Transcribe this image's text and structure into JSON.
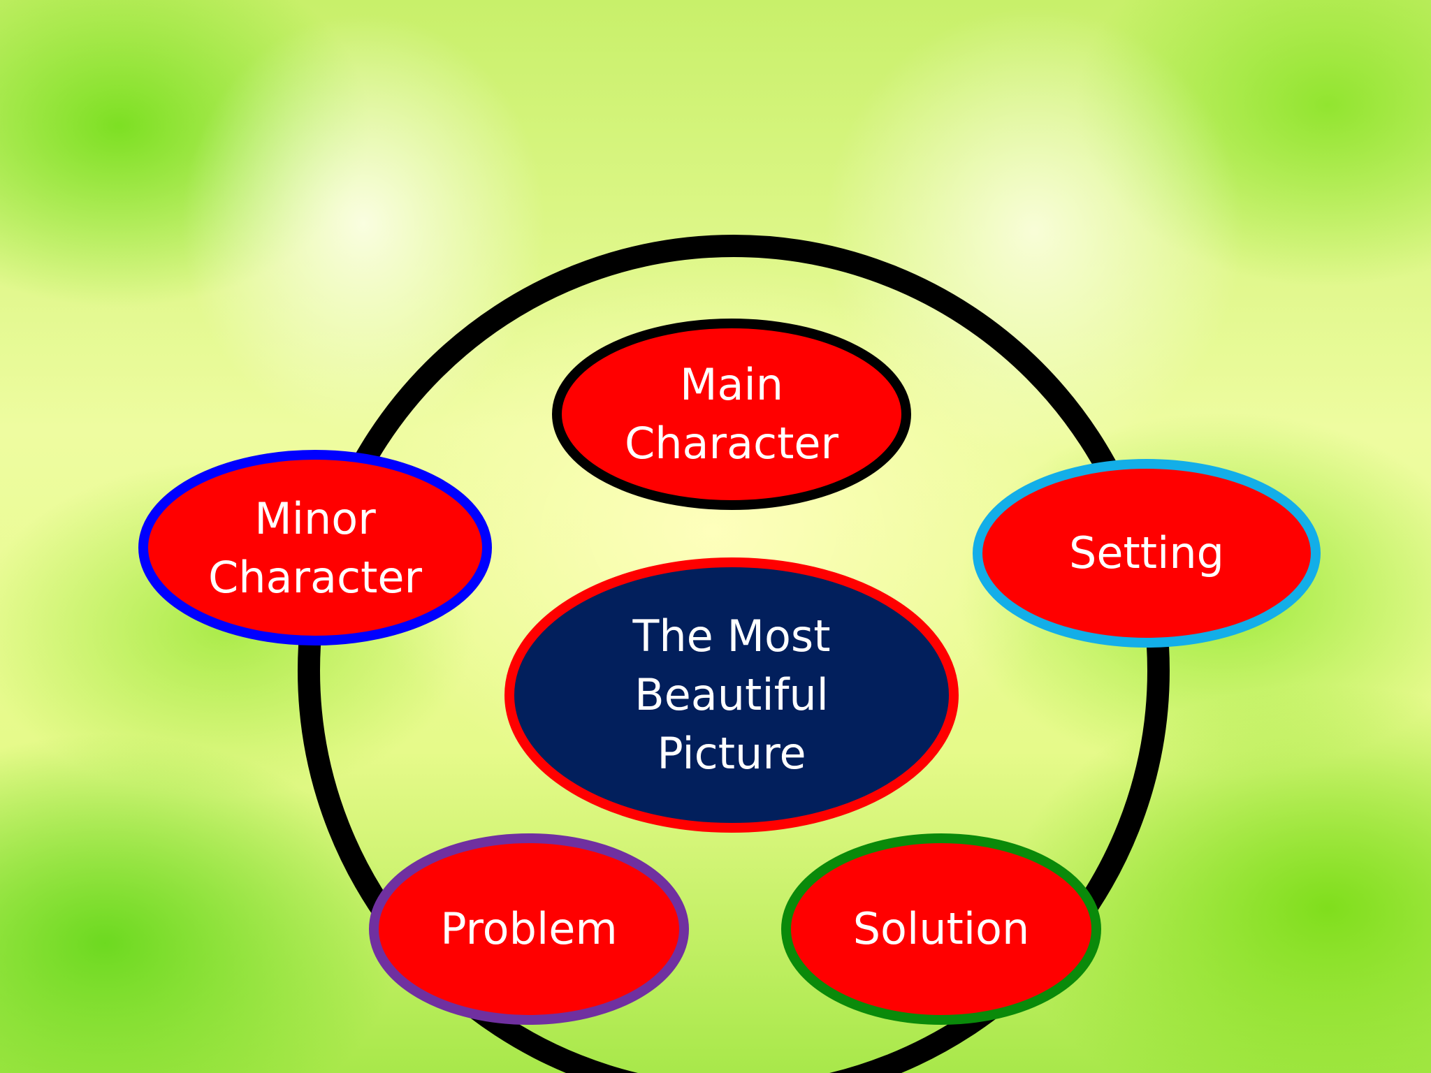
{
  "center": {
    "label": "The Most\nBeautiful\nPicture",
    "fill": "#021f5c",
    "border": "#ff0000"
  },
  "nodes": [
    {
      "id": "main-character",
      "label": "Main\nCharacter",
      "fill": "#ff0000",
      "border": "#000000"
    },
    {
      "id": "setting",
      "label": "Setting",
      "fill": "#ff0000",
      "border": "#13aee8"
    },
    {
      "id": "solution",
      "label": "Solution",
      "fill": "#ff0000",
      "border": "#0a8a0a"
    },
    {
      "id": "problem",
      "label": "Problem",
      "fill": "#ff0000",
      "border": "#7030a0"
    },
    {
      "id": "minor-character",
      "label": "Minor\nCharacter",
      "fill": "#ff0000",
      "border": "#0000ff"
    }
  ],
  "ring_color": "#000000"
}
